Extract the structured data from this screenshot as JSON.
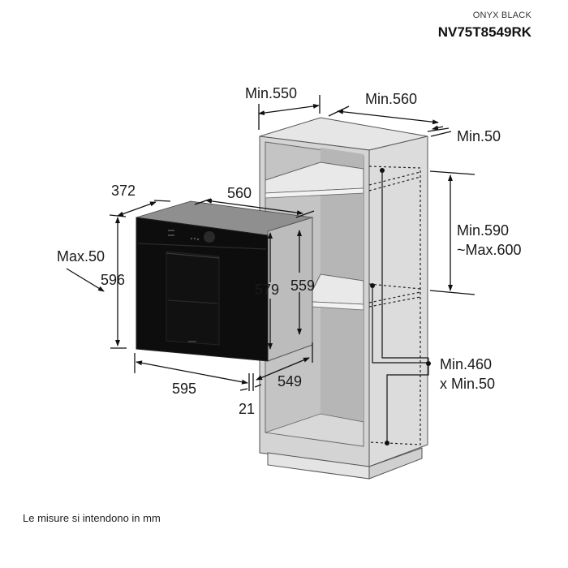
{
  "header": {
    "color_name": "ONYX BLACK",
    "model": "NV75T8549RK"
  },
  "oven_dimensions": {
    "depth_top": "372",
    "width_top": "560",
    "max_gap": "Max.50",
    "front_height": "596",
    "side_height_outer": "579",
    "side_height_inner": "559",
    "front_width": "595",
    "body_depth": "549",
    "front_thickness": "21"
  },
  "cabinet_dimensions": {
    "min_depth": "Min.550",
    "min_width": "Min.560",
    "min_back_gap": "Min.50",
    "niche_height_line1": "Min.590",
    "niche_height_line2": "~Max.600",
    "vent_line1": "Min.460",
    "vent_line2": "x Min.50"
  },
  "footer": {
    "note": "Le misure si intendono in mm"
  },
  "colors": {
    "oven_front": "#0d0d0d",
    "oven_side": "#bdbdbd",
    "cabinet_light": "#e2e2e2",
    "cabinet_mid": "#cfcfcf",
    "cabinet_dark": "#bcbcbc"
  }
}
